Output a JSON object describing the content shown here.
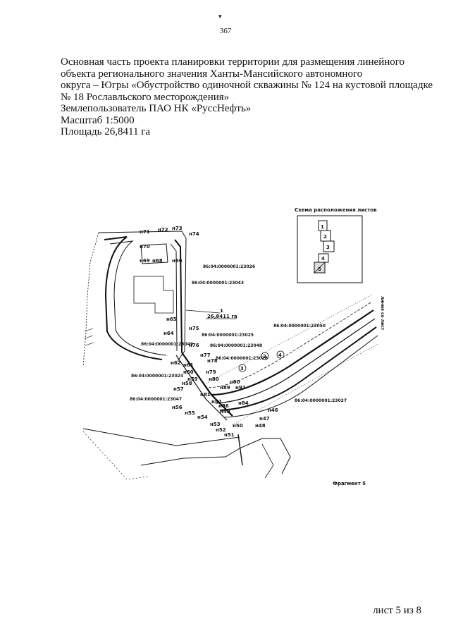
{
  "page_number": "367",
  "header": {
    "lines": [
      "Основная часть проекта планировки территории для размещения  линейного",
      "объекта регионального значения Ханты-Мансийского автономного",
      "округа – Югры «Обустройство одиночной скважины № 124 на кустовой площадке",
      "№ 18 Рославльского месторождения»",
      "Землепользователь  ПАО НК «РуссНефть»",
      "Масштаб 1:5000",
      "Площадь 26,8411 га"
    ]
  },
  "inset": {
    "title": "Схема расположения листов",
    "sheets": [
      "1",
      "2",
      "3",
      "4",
      "5"
    ]
  },
  "map_labels": {
    "n71": "н71",
    "n72": "н72",
    "n73": "н73",
    "n74": "н74",
    "n70": "н70",
    "n69": "н69",
    "n68": "н68",
    "n66": "н66",
    "n65": "н65",
    "n64": "н64",
    "n75": "н75",
    "n76": "н76",
    "n77": "н77",
    "n78": "н78",
    "n79": "н79",
    "n80": "н80",
    "n81": "н81",
    "n82": "н82",
    "n62": "н62",
    "n61": "н61",
    "n60": "н60",
    "n59": "н59",
    "n58": "н58",
    "n57": "н57",
    "n56": "н56",
    "n55": "н55",
    "n54": "н54",
    "n53": "н53",
    "n52": "н52",
    "n51": "н51",
    "n50": "н50",
    "n49": "н49",
    "n48": "н48",
    "n47": "н47",
    "n46": "н46",
    "n91": "н91",
    "n90": "н90",
    "n89": "н89",
    "n86": "н86",
    "n84": "н84",
    "cad_23026": "86:04:0000001:23026",
    "cad_23043": "86:04:0000001:23043",
    "cad_23025": "86:04:0000001:23025",
    "cad_23048": "86:04:0000001:23048",
    "cad_23049": "86:04:0000001:23049",
    "cad_23028": "86:04:0000001:23028",
    "cad_23024": "86:04:0000001:23024",
    "cad_23047": "86:04:0000001:23047",
    "cad_23050": "86:04:0000001:23050",
    "cad_23027": "86:04:0000001:23027",
    "area_num": "1",
    "area_value": "26,8411 га",
    "callout_2": "2",
    "callout_3": "3",
    "callout_4": "4",
    "side_text": "линия со лист",
    "fragment": "Фрагмент 5"
  },
  "footer": "лист 5 из 8"
}
